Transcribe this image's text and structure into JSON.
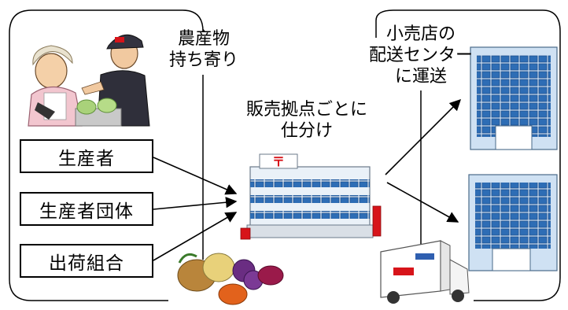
{
  "sources": [
    {
      "label": "生産者"
    },
    {
      "label": "生産者団体"
    },
    {
      "label": "出荷組合"
    }
  ],
  "labels": {
    "bring_produce": "農産物\n持ち寄り",
    "sort_by_point": "販売拠点ごとに\n仕分け",
    "transport_to_center": "小売店の\n配送センター\nに運送"
  },
  "colors": {
    "post_red": "#d7141a",
    "building_blue": "#4a86c8",
    "line": "#000000"
  }
}
